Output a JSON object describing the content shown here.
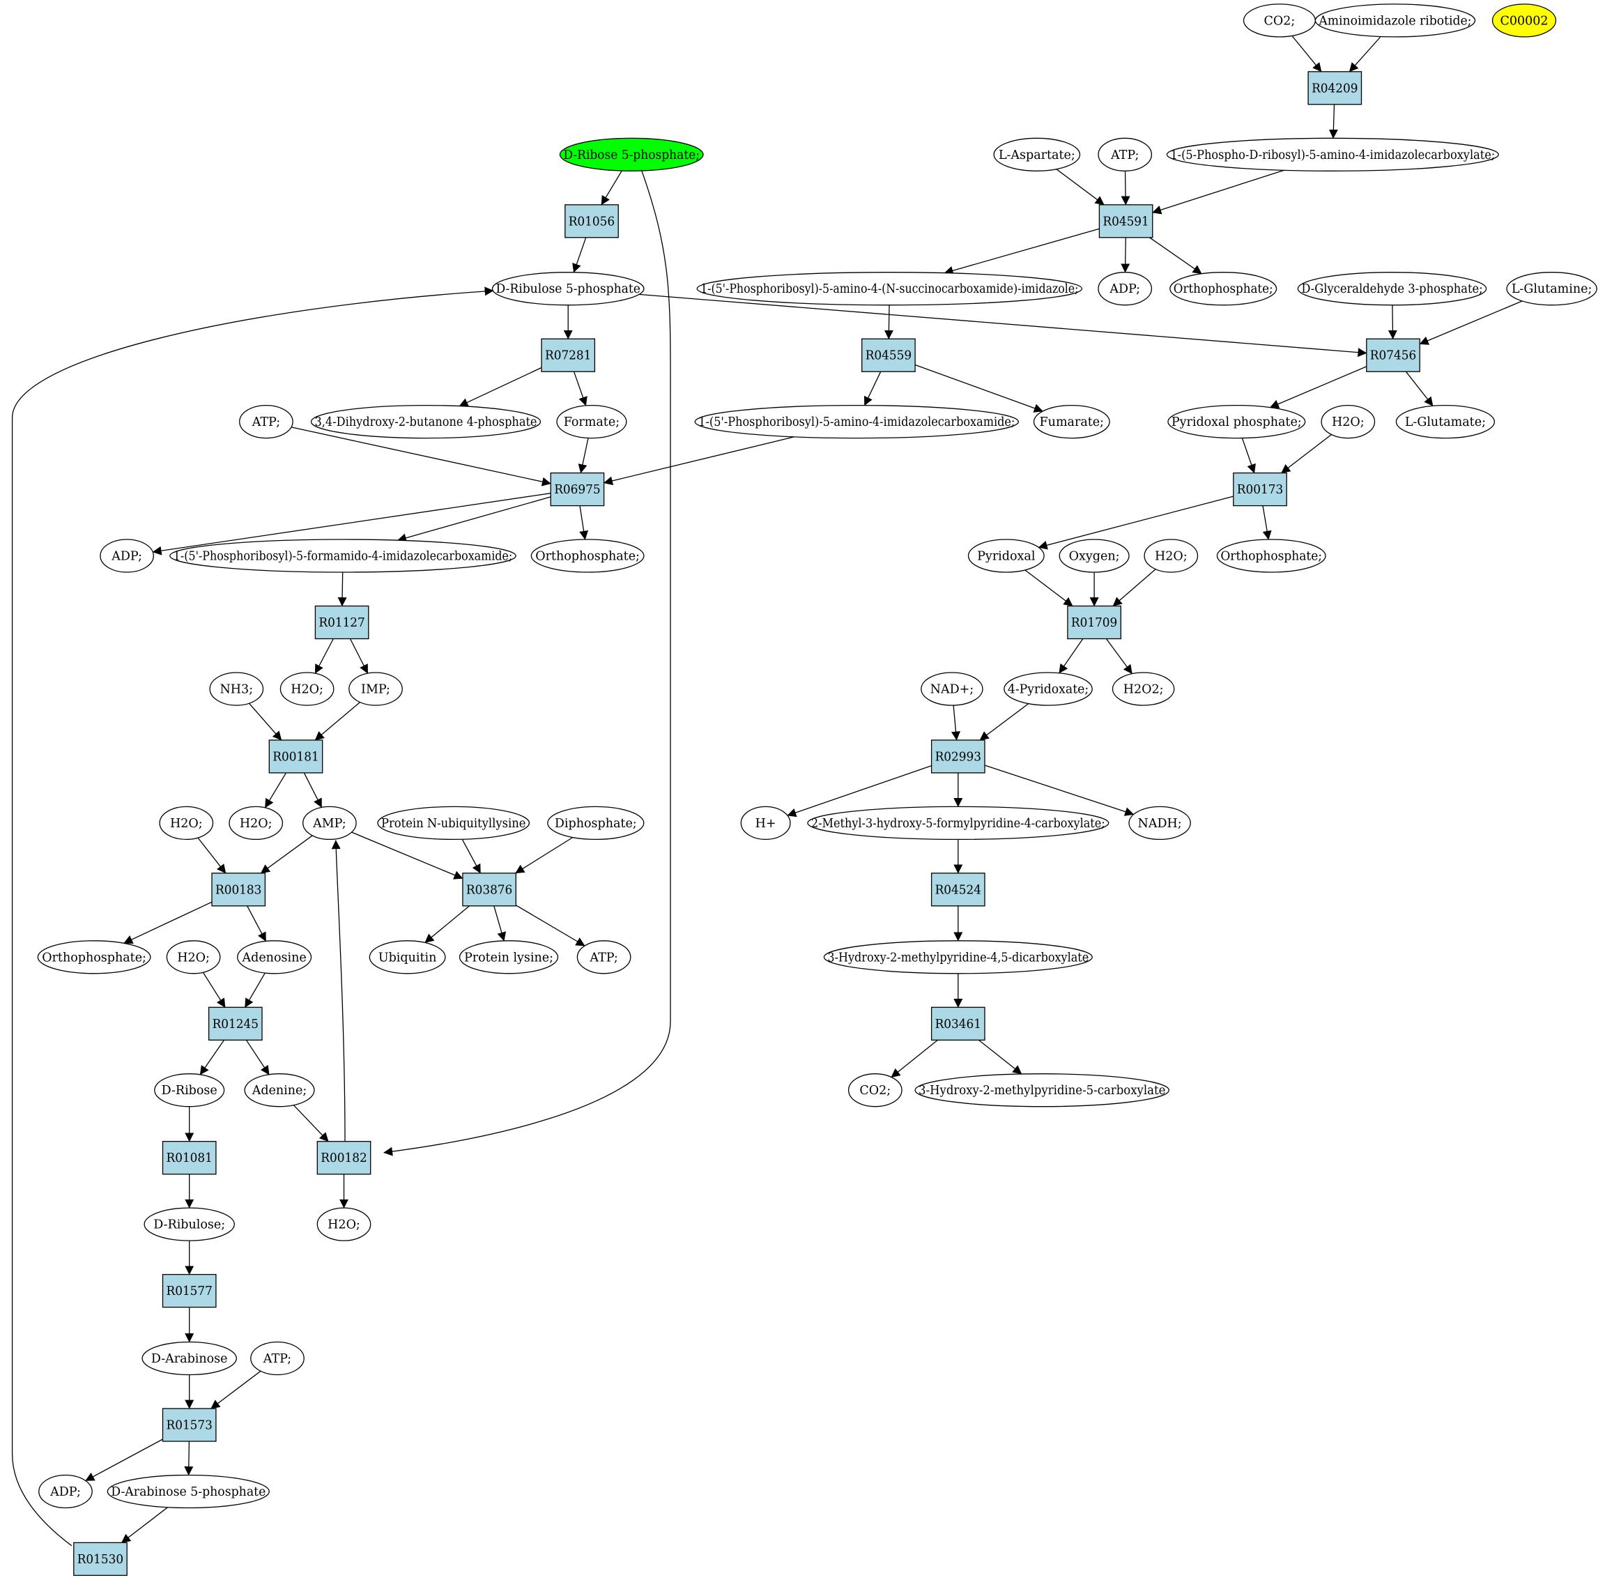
{
  "colors": {
    "reaction_fill": "#add8e6",
    "start_fill": "#00ff00",
    "target_fill": "#ffff00",
    "compound_fill": "#ffffff",
    "stroke": "#000000"
  },
  "nodes": [
    {
      "id": "c_co2_top",
      "label": "CO2;",
      "type": "compound"
    },
    {
      "id": "c_air",
      "label": "Aminoimidazole ribotide;",
      "type": "compound"
    },
    {
      "id": "c_c00002",
      "label": "C00002",
      "type": "target"
    },
    {
      "id": "r_R04209",
      "label": "R04209",
      "type": "reaction"
    },
    {
      "id": "c_r5p",
      "label": "D-Ribose 5-phosphate;",
      "type": "start"
    },
    {
      "id": "c_laspartate",
      "label": "L-Aspartate;",
      "type": "compound"
    },
    {
      "id": "c_atp_1",
      "label": "ATP;",
      "type": "compound"
    },
    {
      "id": "c_phosphoribosyl_carboxylate",
      "label": "1-(5-Phospho-D-ribosyl)-5-amino-4-imidazolecarboxylate;",
      "type": "compound"
    },
    {
      "id": "r_R01056",
      "label": "R01056",
      "type": "reaction"
    },
    {
      "id": "r_R04591",
      "label": "R04591",
      "type": "reaction"
    },
    {
      "id": "c_ru5p",
      "label": "D-Ribulose 5-phosphate",
      "type": "compound"
    },
    {
      "id": "c_saicar",
      "label": "1-(5'-Phosphoribosyl)-5-amino-4-(N-succinocarboxamide)-imidazole;",
      "type": "compound"
    },
    {
      "id": "c_adp_1",
      "label": "ADP;",
      "type": "compound"
    },
    {
      "id": "c_pi_1",
      "label": "Orthophosphate;",
      "type": "compound"
    },
    {
      "id": "c_g3p",
      "label": "D-Glyceraldehyde 3-phosphate;",
      "type": "compound"
    },
    {
      "id": "c_lgln",
      "label": "L-Glutamine;",
      "type": "compound"
    },
    {
      "id": "r_R07281",
      "label": "R07281",
      "type": "reaction"
    },
    {
      "id": "r_R04559",
      "label": "R04559",
      "type": "reaction"
    },
    {
      "id": "r_R07456",
      "label": "R07456",
      "type": "reaction"
    },
    {
      "id": "c_atp_2",
      "label": "ATP;",
      "type": "compound"
    },
    {
      "id": "c_dhbp",
      "label": "3,4-Dihydroxy-2-butanone 4-phosphate",
      "type": "compound"
    },
    {
      "id": "c_formate",
      "label": "Formate;",
      "type": "compound"
    },
    {
      "id": "c_aicar",
      "label": "1-(5'-Phosphoribosyl)-5-amino-4-imidazolecarboxamide;",
      "type": "compound"
    },
    {
      "id": "c_fumarate",
      "label": "Fumarate;",
      "type": "compound"
    },
    {
      "id": "c_plp",
      "label": "Pyridoxal phosphate;",
      "type": "compound"
    },
    {
      "id": "c_h2o_1",
      "label": "H2O;",
      "type": "compound"
    },
    {
      "id": "c_lglu",
      "label": "L-Glutamate;",
      "type": "compound"
    },
    {
      "id": "r_R06975",
      "label": "R06975",
      "type": "reaction"
    },
    {
      "id": "r_R00173",
      "label": "R00173",
      "type": "reaction"
    },
    {
      "id": "c_adp_2",
      "label": "ADP;",
      "type": "compound"
    },
    {
      "id": "c_faicar",
      "label": "1-(5'-Phosphoribosyl)-5-formamido-4-imidazolecarboxamide;",
      "type": "compound"
    },
    {
      "id": "c_pi_2",
      "label": "Orthophosphate;",
      "type": "compound"
    },
    {
      "id": "c_pyridoxal",
      "label": "Pyridoxal",
      "type": "compound"
    },
    {
      "id": "c_oxygen",
      "label": "Oxygen;",
      "type": "compound"
    },
    {
      "id": "c_h2o_2",
      "label": "H2O;",
      "type": "compound"
    },
    {
      "id": "c_pi_3",
      "label": "Orthophosphate;",
      "type": "compound"
    },
    {
      "id": "r_R01127",
      "label": "R01127",
      "type": "reaction"
    },
    {
      "id": "r_R01709",
      "label": "R01709",
      "type": "reaction"
    },
    {
      "id": "c_nh3",
      "label": "NH3;",
      "type": "compound"
    },
    {
      "id": "c_h2o_3",
      "label": "H2O;",
      "type": "compound"
    },
    {
      "id": "c_imp",
      "label": "IMP;",
      "type": "compound"
    },
    {
      "id": "c_nad",
      "label": "NAD+;",
      "type": "compound"
    },
    {
      "id": "c_4pyridoxate",
      "label": "4-Pyridoxate;",
      "type": "compound"
    },
    {
      "id": "c_h2o2",
      "label": "H2O2;",
      "type": "compound"
    },
    {
      "id": "r_R00181",
      "label": "R00181",
      "type": "reaction"
    },
    {
      "id": "r_R02993",
      "label": "R02993",
      "type": "reaction"
    },
    {
      "id": "c_h2o_4",
      "label": "H2O;",
      "type": "compound"
    },
    {
      "id": "c_h2o_5",
      "label": "H2O;",
      "type": "compound"
    },
    {
      "id": "c_amp",
      "label": "AMP;",
      "type": "compound"
    },
    {
      "id": "c_prot_ub",
      "label": "Protein N-ubiquityllysine",
      "type": "compound"
    },
    {
      "id": "c_diphosphate",
      "label": "Diphosphate;",
      "type": "compound"
    },
    {
      "id": "c_hplus",
      "label": "H+",
      "type": "compound"
    },
    {
      "id": "c_mhfpc",
      "label": "2-Methyl-3-hydroxy-5-formylpyridine-4-carboxylate;",
      "type": "compound"
    },
    {
      "id": "c_nadh",
      "label": "NADH;",
      "type": "compound"
    },
    {
      "id": "r_R00183",
      "label": "R00183",
      "type": "reaction"
    },
    {
      "id": "r_R03876",
      "label": "R03876",
      "type": "reaction"
    },
    {
      "id": "r_R04524",
      "label": "R04524",
      "type": "reaction"
    },
    {
      "id": "c_pi_4",
      "label": "Orthophosphate;",
      "type": "compound"
    },
    {
      "id": "c_h2o_6",
      "label": "H2O;",
      "type": "compound"
    },
    {
      "id": "c_adenosine",
      "label": "Adenosine",
      "type": "compound"
    },
    {
      "id": "c_ubiquitin",
      "label": "Ubiquitin",
      "type": "compound"
    },
    {
      "id": "c_prot_lys",
      "label": "Protein lysine;",
      "type": "compound"
    },
    {
      "id": "c_atp_3",
      "label": "ATP;",
      "type": "compound"
    },
    {
      "id": "c_hmpdc",
      "label": "3-Hydroxy-2-methylpyridine-4,5-dicarboxylate",
      "type": "compound"
    },
    {
      "id": "r_R01245",
      "label": "R01245",
      "type": "reaction"
    },
    {
      "id": "r_R03461",
      "label": "R03461",
      "type": "reaction"
    },
    {
      "id": "c_dribose",
      "label": "D-Ribose",
      "type": "compound"
    },
    {
      "id": "c_adenine",
      "label": "Adenine;",
      "type": "compound"
    },
    {
      "id": "c_co2_2",
      "label": "CO2;",
      "type": "compound"
    },
    {
      "id": "c_hmpc",
      "label": "3-Hydroxy-2-methylpyridine-5-carboxylate",
      "type": "compound"
    },
    {
      "id": "r_R01081",
      "label": "R01081",
      "type": "reaction"
    },
    {
      "id": "r_R00182",
      "label": "R00182",
      "type": "reaction"
    },
    {
      "id": "c_dribulose",
      "label": "D-Ribulose;",
      "type": "compound"
    },
    {
      "id": "c_h2o_7",
      "label": "H2O;",
      "type": "compound"
    },
    {
      "id": "r_R01577",
      "label": "R01577",
      "type": "reaction"
    },
    {
      "id": "c_darabinose",
      "label": "D-Arabinose",
      "type": "compound"
    },
    {
      "id": "c_atp_4",
      "label": "ATP;",
      "type": "compound"
    },
    {
      "id": "r_R01573",
      "label": "R01573",
      "type": "reaction"
    },
    {
      "id": "c_adp_3",
      "label": "ADP;",
      "type": "compound"
    },
    {
      "id": "c_a5p",
      "label": "D-Arabinose 5-phosphate",
      "type": "compound"
    },
    {
      "id": "r_R01530",
      "label": "R01530",
      "type": "reaction"
    }
  ],
  "edges": [
    [
      "c_co2_top",
      "r_R04209"
    ],
    [
      "c_air",
      "r_R04209"
    ],
    [
      "r_R04209",
      "c_phosphoribosyl_carboxylate"
    ],
    [
      "c_laspartate",
      "r_R04591"
    ],
    [
      "c_atp_1",
      "r_R04591"
    ],
    [
      "c_phosphoribosyl_carboxylate",
      "r_R04591"
    ],
    [
      "r_R04591",
      "c_saicar"
    ],
    [
      "r_R04591",
      "c_adp_1"
    ],
    [
      "r_R04591",
      "c_pi_1"
    ],
    [
      "c_saicar",
      "r_R04559"
    ],
    [
      "r_R04559",
      "c_aicar"
    ],
    [
      "r_R04559",
      "c_fumarate"
    ],
    [
      "c_r5p",
      "r_R01056"
    ],
    [
      "r_R01056",
      "c_ru5p"
    ],
    [
      "c_r5p",
      "r_R00182"
    ],
    [
      "c_ru5p",
      "r_R07281"
    ],
    [
      "c_ru5p",
      "r_R07456"
    ],
    [
      "r_R07281",
      "c_dhbp"
    ],
    [
      "r_R07281",
      "c_formate"
    ],
    [
      "c_g3p",
      "r_R07456"
    ],
    [
      "c_lgln",
      "r_R07456"
    ],
    [
      "r_R07456",
      "c_plp"
    ],
    [
      "r_R07456",
      "c_lglu"
    ],
    [
      "c_atp_2",
      "r_R06975"
    ],
    [
      "c_formate",
      "r_R06975"
    ],
    [
      "c_aicar",
      "r_R06975"
    ],
    [
      "r_R06975",
      "c_adp_2"
    ],
    [
      "r_R06975",
      "c_faicar"
    ],
    [
      "r_R06975",
      "c_pi_2"
    ],
    [
      "c_plp",
      "r_R00173"
    ],
    [
      "c_h2o_1",
      "r_R00173"
    ],
    [
      "r_R00173",
      "c_pyridoxal"
    ],
    [
      "r_R00173",
      "c_pi_3"
    ],
    [
      "c_faicar",
      "r_R01127"
    ],
    [
      "r_R01127",
      "c_h2o_3"
    ],
    [
      "r_R01127",
      "c_imp"
    ],
    [
      "c_pyridoxal",
      "r_R01709"
    ],
    [
      "c_oxygen",
      "r_R01709"
    ],
    [
      "c_h2o_2",
      "r_R01709"
    ],
    [
      "r_R01709",
      "c_4pyridoxate"
    ],
    [
      "r_R01709",
      "c_h2o2"
    ],
    [
      "c_nh3",
      "r_R00181"
    ],
    [
      "c_imp",
      "r_R00181"
    ],
    [
      "r_R00181",
      "c_h2o_5"
    ],
    [
      "r_R00181",
      "c_amp"
    ],
    [
      "c_nad",
      "r_R02993"
    ],
    [
      "c_4pyridoxate",
      "r_R02993"
    ],
    [
      "r_R02993",
      "c_hplus"
    ],
    [
      "r_R02993",
      "c_mhfpc"
    ],
    [
      "r_R02993",
      "c_nadh"
    ],
    [
      "c_h2o_4",
      "r_R00183"
    ],
    [
      "c_amp",
      "r_R00183"
    ],
    [
      "r_R00183",
      "c_pi_4"
    ],
    [
      "r_R00183",
      "c_adenosine"
    ],
    [
      "c_amp",
      "r_R03876"
    ],
    [
      "c_prot_ub",
      "r_R03876"
    ],
    [
      "c_diphosphate",
      "r_R03876"
    ],
    [
      "r_R03876",
      "c_ubiquitin"
    ],
    [
      "r_R03876",
      "c_prot_lys"
    ],
    [
      "r_R03876",
      "c_atp_3"
    ],
    [
      "c_mhfpc",
      "r_R04524"
    ],
    [
      "r_R04524",
      "c_hmpdc"
    ],
    [
      "c_hmpdc",
      "r_R03461"
    ],
    [
      "r_R03461",
      "c_co2_2"
    ],
    [
      "r_R03461",
      "c_hmpc"
    ],
    [
      "c_h2o_6",
      "r_R01245"
    ],
    [
      "c_adenosine",
      "r_R01245"
    ],
    [
      "r_R01245",
      "c_dribose"
    ],
    [
      "r_R01245",
      "c_adenine"
    ],
    [
      "c_dribose",
      "r_R01081"
    ],
    [
      "r_R01081",
      "c_dribulose"
    ],
    [
      "c_adenine",
      "r_R00182"
    ],
    [
      "r_R00182",
      "c_amp"
    ],
    [
      "r_R00182",
      "c_h2o_7"
    ],
    [
      "c_dribulose",
      "r_R01577"
    ],
    [
      "r_R01577",
      "c_darabinose"
    ],
    [
      "c_darabinose",
      "r_R01573"
    ],
    [
      "c_atp_4",
      "r_R01573"
    ],
    [
      "r_R01573",
      "c_adp_3"
    ],
    [
      "r_R01573",
      "c_a5p"
    ],
    [
      "c_a5p",
      "r_R01530"
    ],
    [
      "r_R01530",
      "c_ru5p"
    ]
  ]
}
